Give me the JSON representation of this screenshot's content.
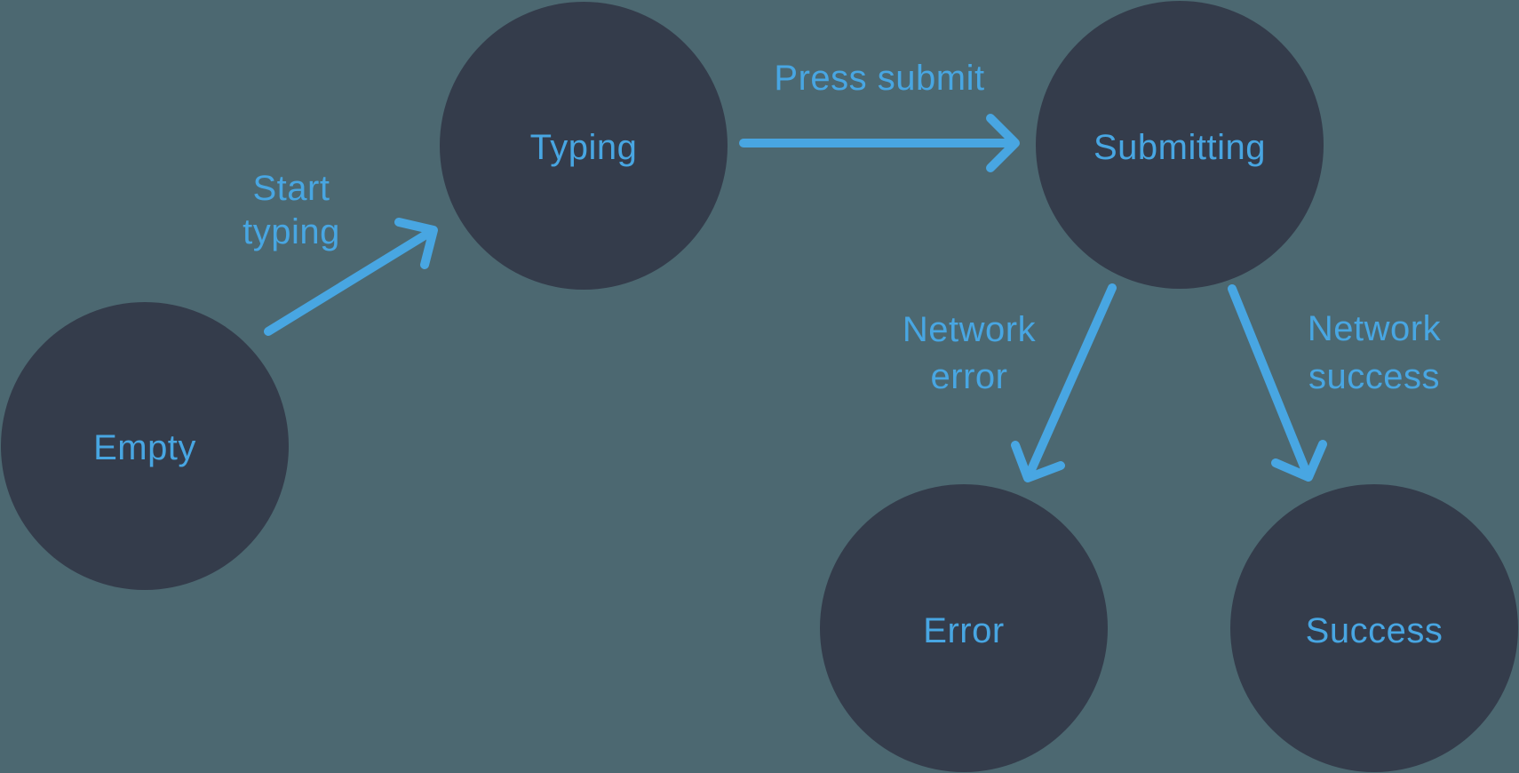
{
  "colors": {
    "background": "#4C6871",
    "node_fill": "#343C4B",
    "accent": "#48A6E2"
  },
  "diagram": {
    "type": "state-machine",
    "states": [
      {
        "label": "Empty"
      },
      {
        "label": "Typing"
      },
      {
        "label": "Submitting"
      },
      {
        "label": "Error"
      },
      {
        "label": "Success"
      }
    ],
    "transitions": [
      {
        "from": "Empty",
        "to": "Typing",
        "label": "Start typing",
        "label_lines": [
          "Start",
          "typing"
        ]
      },
      {
        "from": "Typing",
        "to": "Submitting",
        "label": "Press submit",
        "label_lines": [
          "Press submit"
        ]
      },
      {
        "from": "Submitting",
        "to": "Error",
        "label": "Network error",
        "label_lines": [
          "Network",
          "error"
        ]
      },
      {
        "from": "Submitting",
        "to": "Success",
        "label": "Network success",
        "label_lines": [
          "Network",
          "success"
        ]
      }
    ]
  }
}
